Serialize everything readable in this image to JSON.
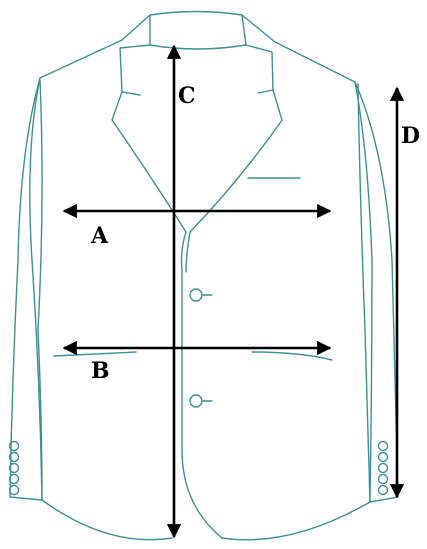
{
  "colors": {
    "outline": "#3f8f96",
    "measure": "#000000",
    "background": "#ffffff"
  },
  "measurements": {
    "A": {
      "label": "A"
    },
    "B": {
      "label": "B"
    },
    "C": {
      "label": "C"
    },
    "D": {
      "label": "D"
    }
  }
}
